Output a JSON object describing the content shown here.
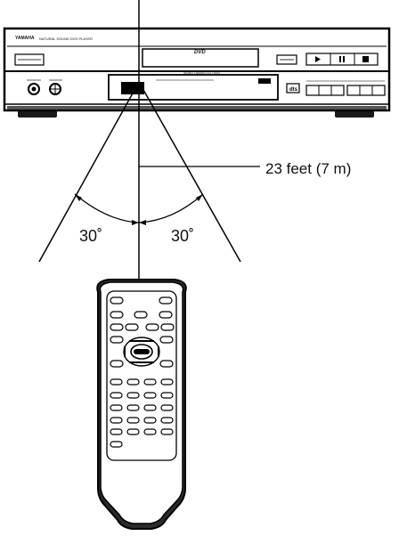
{
  "distance_label": "23 feet (7 m)",
  "angles": {
    "left": "30˚",
    "right": "30˚"
  },
  "player": {
    "brand": "YAMAHA",
    "model_text": "NATURAL SOUND DVD PLAYER",
    "disc_logo": "DVD",
    "disc_text": "VIDEO / AUDIO CD / DVD"
  }
}
